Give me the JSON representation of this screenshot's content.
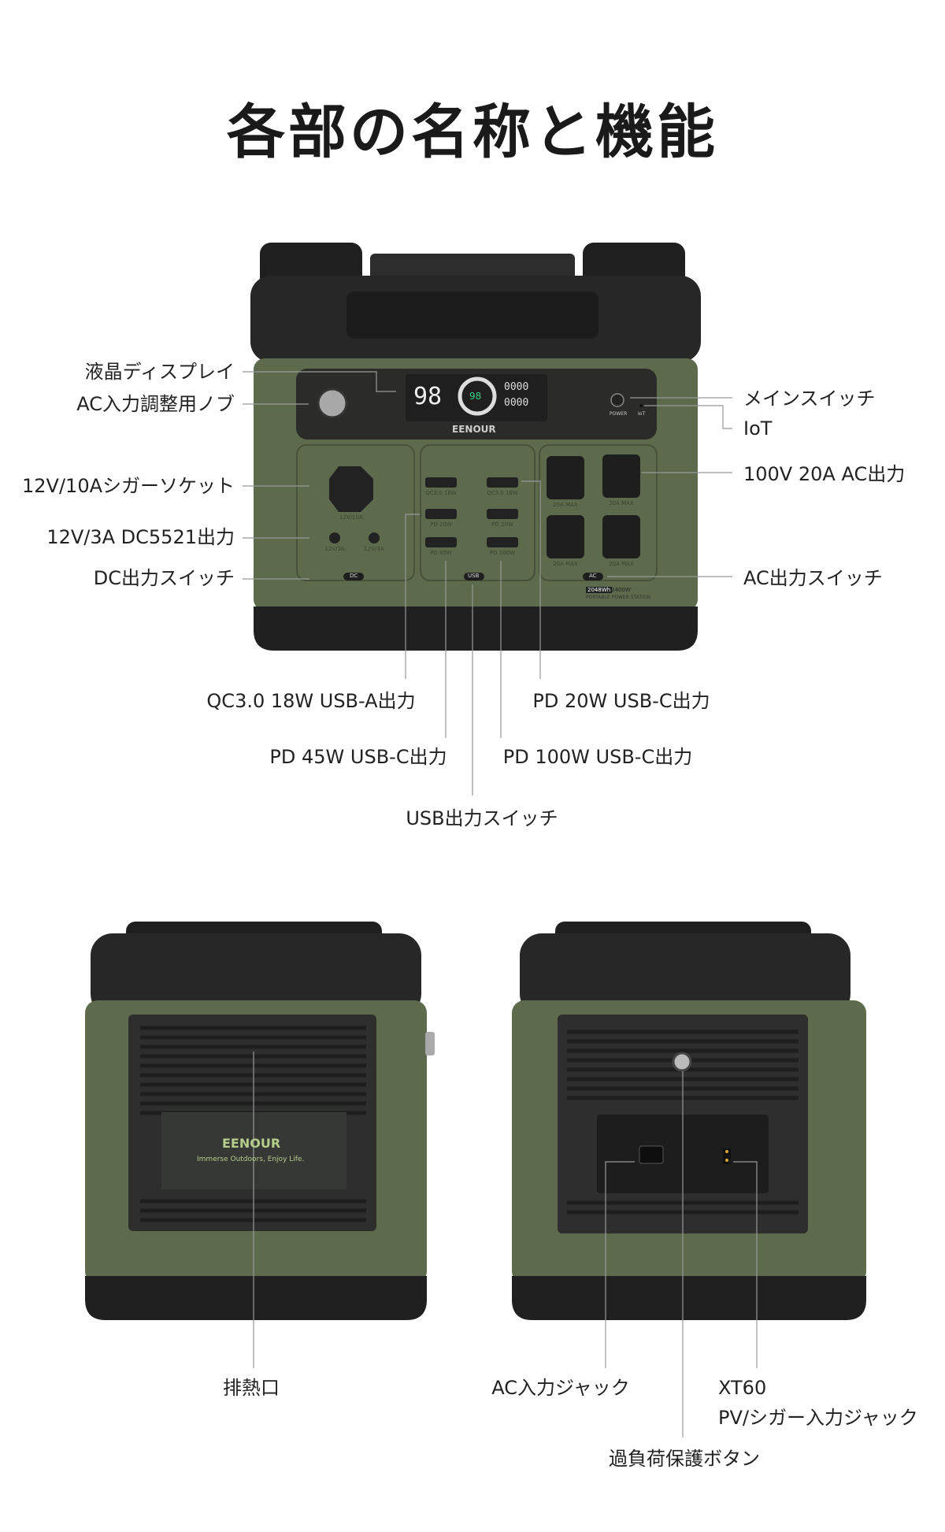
{
  "title": "各部の名称と機能",
  "front": {
    "labels_left": [
      "液晶ディスプレイ",
      "AC入力調整用ノブ",
      "12V/10Aシガーソケット",
      "12V/3A DC5521出力",
      "DC出力スイッチ"
    ],
    "labels_right": [
      "メインスイッチ",
      "IoT",
      "100V 20A AC出力",
      "AC出力スイッチ"
    ],
    "labels_bottom": [
      "QC3.0 18W USB-A出力",
      "PD 20W USB-C出力",
      "PD 45W USB-C出力",
      "PD 100W USB-C出力",
      "USB出力スイッチ"
    ],
    "device": {
      "brand": "EENOUR",
      "display_value": "98",
      "display_inner": "98",
      "input": "0000",
      "output": "0000",
      "power_label": "POWER",
      "iot_label": "IoT",
      "dc_switch": "DC",
      "usb_switch": "USB",
      "ac_switch": "AC",
      "capacity": "2048Wh",
      "wattage": "2400W",
      "product": "PORTABLE POWER STATION",
      "port_labels": [
        "12V/10A",
        "12V/3A",
        "12V/3A",
        "QC3.0 18W",
        "QC3.0 18W",
        "PD 20W",
        "PD 20W",
        "PD 45W",
        "PD 100W",
        "20A MAX"
      ]
    }
  },
  "side": {
    "brand": "EENOUR",
    "slogan": "Immerse Outdoors, Enjoy Life.",
    "label_vent": "排熱口"
  },
  "back": {
    "label_ac_in": "AC入力ジャック",
    "label_xt60_line1": "XT60",
    "label_xt60_line2": "PV/シガー入力ジャック",
    "label_protect": "過負荷保護ボタン"
  },
  "colors": {
    "body_green": "#5d6b4c",
    "dark": "#2a2c2a",
    "brand_text": "#b6cc8a",
    "line": "#999999"
  }
}
